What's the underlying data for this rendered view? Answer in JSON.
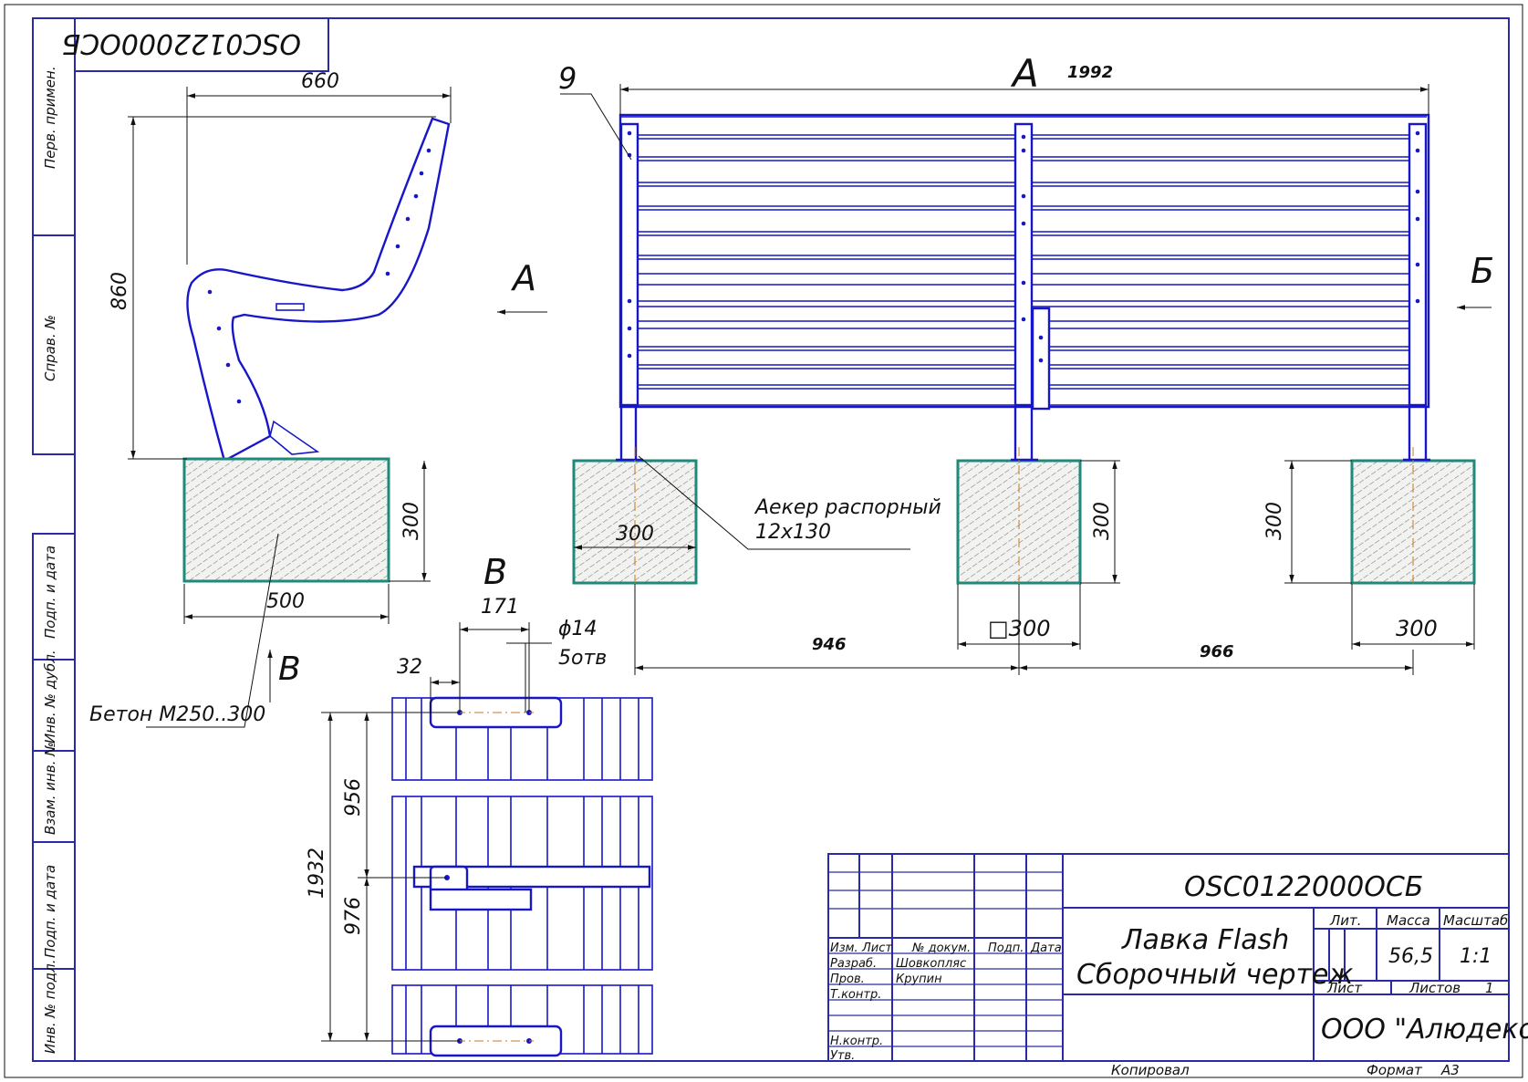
{
  "drawing": {
    "code_top": "OSC0122000OCБ",
    "side_labels": [
      "Перв. примен.",
      "Справ. №",
      "Подп. и дата",
      "Инв. № дубл.",
      "Взам. инв. №",
      "Подп. и дата",
      "Инв. № подл."
    ],
    "view_marks": {
      "a_top": "А",
      "a_side": "А",
      "b_right": "Б",
      "v_bottom": "В",
      "v_section": "В"
    },
    "position_callout": "9",
    "side_view": {
      "width": "660",
      "height": "860",
      "block_h": "300",
      "block_w": "500",
      "concrete": "Бетон М250..300"
    },
    "front_view": {
      "length": "1992",
      "block_w": "300",
      "anchor": [
        "Аекер распорный",
        "12x130"
      ],
      "block_h_mid": "300",
      "block_h_right": "300",
      "block_sq": "□300",
      "block_w_right": "300",
      "span_left": "946",
      "span_right": "966"
    },
    "plan_view": {
      "d171": "171",
      "d32": "32",
      "hole_d": "ϕ14",
      "hole_count": "5отв",
      "d956": "956",
      "d976": "976",
      "d1932": "1932"
    }
  },
  "title_block": {
    "code": "OSC0122000OCБ",
    "name": "Лавка Flash",
    "type": "Сборочный чертеж",
    "col_izm": "Изм.",
    "col_list": "Лист",
    "col_doc": "№ докум.",
    "col_sign": "Подп.",
    "col_date": "Дата",
    "razrab_label": "Разраб.",
    "razrab_name": "Шовкопляс",
    "prov_label": "Пров.",
    "prov_name": "Крупин",
    "tkontr": "Т.контр.",
    "nkontr": "Н.контр.",
    "utv": "Утв.",
    "lit": "Лит.",
    "mass_label": "Масса",
    "scale_label": "Масштаб",
    "mass": "56,5",
    "scale": "1:1",
    "sheet": "Лист",
    "sheets": "Листов",
    "sheets_count": "1",
    "company": "ООО \"Алюдеко-К\"",
    "copied": "Копировал",
    "format_label": "Формат",
    "format": "А3"
  },
  "colors": {
    "frame": "#2a2aa8",
    "parts": "#1717c9",
    "concrete": "#1f8a7a",
    "axis": "#c87a1c"
  }
}
